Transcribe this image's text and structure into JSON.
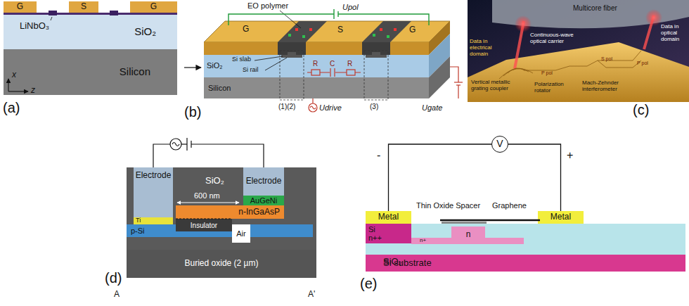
{
  "diagram": {
    "nodes": [
      {
        "text": [
          "G"
        ]
      },
      {
        "text": [
          "S"
        ]
      },
      {
        "text": [
          "G"
        ]
      },
      {
        "text": [
          "SiO₂"
        ]
      },
      {
        "text": [
          "Silicon"
        ]
      },
      {
        "text": [
          "SiO₂"
        ]
      },
      {
        "text": [
          "Electrode"
        ],
        "in": 5
      },
      {
        "text": [
          "Electrode"
        ],
        "in": 5
      },
      {
        "text": [
          "AuGeNi"
        ],
        "in": 5
      },
      {
        "text": [
          "n-InGaAsP"
        ],
        "in": 5
      },
      {
        "text": [
          "Ti"
        ],
        "in": 5
      },
      {
        "text": [
          "p-Si"
        ],
        "in": 5
      },
      {
        "text": [
          "Insulator"
        ],
        "in": 5
      },
      {
        "text": [
          "Air"
        ],
        "in": 5
      },
      {
        "text": [
          "Buried oxide (2 µm)"
        ]
      },
      {
        "text": [
          "V"
        ]
      },
      {
        "text": [
          "Metal"
        ]
      },
      {
        "text": [
          "Metal"
        ]
      },
      {
        "text": [
          "SiO₂"
        ]
      },
      {
        "text": [
          "Si",
          "n++"
        ],
        "in": 18
      },
      {
        "text": [
          "n+"
        ],
        "in": 18
      },
      {
        "text": [
          "n"
        ],
        "in": 18
      },
      {
        "text": [
          "Si substrate"
        ]
      }
    ],
    "edges": [
      {
        "from": 16,
        "to": 15,
        "arrow": "none"
      },
      {
        "from": 15,
        "to": 17,
        "arrow": "none"
      }
    ],
    "labels": [
      "LiNbO₃",
      "x",
      "z",
      "(a)",
      "EO polymer",
      "Upol",
      "G",
      "S",
      "G",
      "SiO₂",
      "Si slab",
      "Si rail",
      "R",
      "C",
      "R",
      "Udrive",
      "Ugate",
      "Silicon",
      "(1)(2)",
      "(3)",
      "(b)",
      "Multicore fiber",
      "Continuous-wave optical carrier",
      "Data in electrical domain",
      "Data in optical domain",
      "P pol",
      "S pol",
      "P pol",
      "Vertical metallic grating coupler",
      "Polarization rotator",
      "Mach-Zehnder interferometer",
      "(c)",
      "600 nm",
      "A",
      "A'",
      "(d)",
      "-",
      "+",
      "Thin Oxide Spacer",
      "Graphene",
      "(e)"
    ]
  }
}
